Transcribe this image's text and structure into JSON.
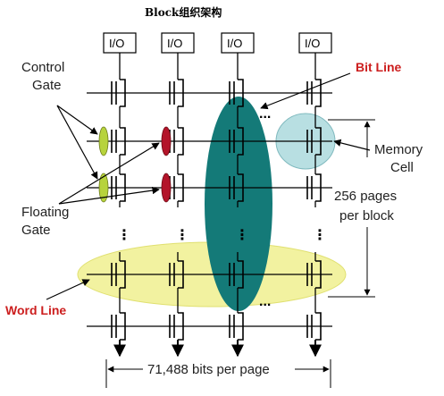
{
  "title": "Block组织架构",
  "io_labels": [
    "I/O",
    "I/O",
    "I/O",
    "I/O"
  ],
  "labels": {
    "control_gate_line1": "Control",
    "control_gate_line2": "Gate",
    "floating_gate_line1": "Floating",
    "floating_gate_line2": "Gate",
    "word_line": "Word Line",
    "bit_line": "Bit Line",
    "memory_cell_line1": "Memory",
    "memory_cell_line2": "Cell",
    "pages_line1": "256 pages",
    "pages_line2": "per block",
    "bits_per_page": "71,488 bits per page"
  },
  "ellipsis_h": "...",
  "ellipsis_v": "⋮",
  "colors": {
    "bit_line_highlight": "#147a78",
    "word_line_highlight": "#f2f2a0",
    "memory_cell_highlight": "#b8dfe2",
    "control_gate_fill": "#b7d33c",
    "floating_gate_fill": "#b3142a",
    "label_red": "#cc1e1e"
  }
}
